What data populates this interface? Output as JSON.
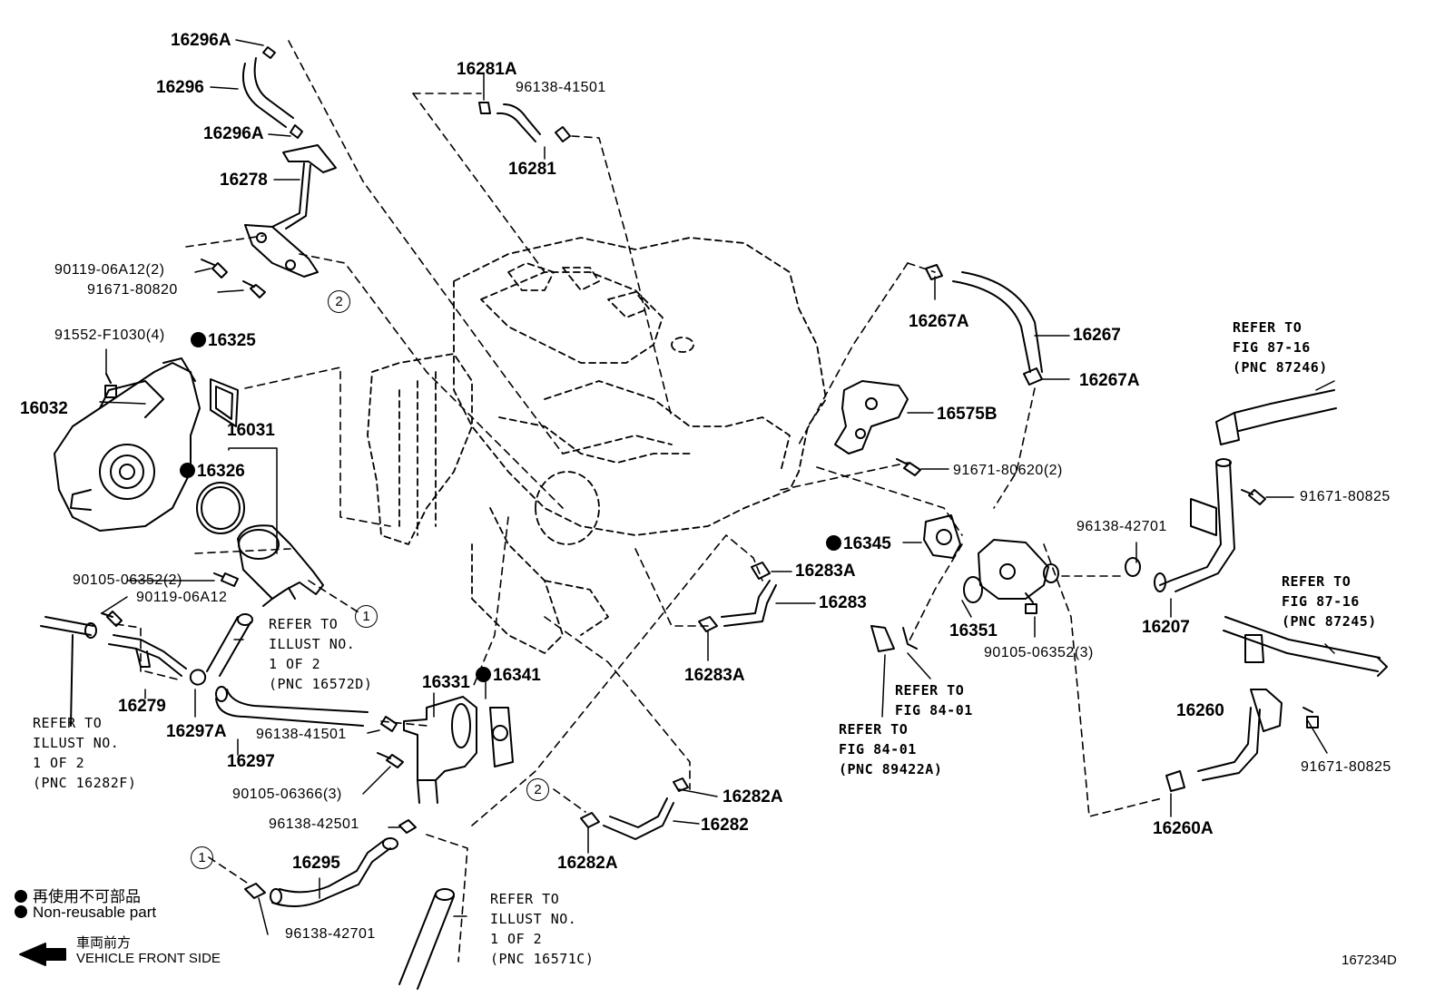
{
  "parts": {
    "p16296A_top": "16296A",
    "p16296": "16296",
    "p16296A_bot": "16296A",
    "p16278": "16278",
    "p90119_2": "90119-06A12(2)",
    "p91671_80820": "91671-80820",
    "p91552": "91552-F1030(4)",
    "p16325": "16325",
    "p16032": "16032",
    "p16031": "16031",
    "p16326": "16326",
    "p90105_2": "90105-06352(2)",
    "p90119": "90119-06A12",
    "p16279": "16279",
    "p16297A": "16297A",
    "p16297": "16297",
    "p96138_41501_b": "96138-41501",
    "p90105_3b": "90105-06366(3)",
    "p96138_42501": "96138-42501",
    "p16295": "16295",
    "p96138_42701_b": "96138-42701",
    "p16331": "16331",
    "p16341": "16341",
    "p16281A": "16281A",
    "p96138_41501_t": "96138-41501",
    "p16281": "16281",
    "p16283A_t": "16283A",
    "p16283": "16283",
    "p16283A_b": "16283A",
    "p16282A_r": "16282A",
    "p16282": "16282",
    "p16282A_b": "16282A",
    "p16267A_l": "16267A",
    "p16267": "16267",
    "p16267A_r": "16267A",
    "p16575B": "16575B",
    "p91671_80620": "91671-80620(2)",
    "p16345": "16345",
    "p16351": "16351",
    "p90105_3": "90105-06352(3)",
    "p96138_42701_r": "96138-42701",
    "p16207": "16207",
    "p91671_80825_a": "91671-80825",
    "p16260": "16260",
    "p91671_80825_b": "91671-80825",
    "p16260A": "16260A"
  },
  "notes": {
    "refer_16572D": "REFER TO\nILLUST NO.\n1 OF 2\n(PNC 16572D)",
    "refer_16282F": "REFER TO\nILLUST NO.\n1 OF 2\n(PNC 16282F)",
    "refer_16571C": "REFER TO\nILLUST NO.\n1 OF 2\n(PNC 16571C)",
    "refer_fig84_a": "REFER TO\nFIG 84-01",
    "refer_fig84_b": "REFER TO\nFIG 84-01\n(PNC 89422A)",
    "refer_fig87_a": "REFER TO\nFIG 87-16\n(PNC 87246)",
    "refer_fig87_b": "REFER TO\nFIG 87-16\n(PNC 87245)"
  },
  "callouts": {
    "c1": "1",
    "c2": "2"
  },
  "legend": {
    "jp": "再使用不可部品",
    "en": "Non-reusable part",
    "front_jp": "車両前方",
    "front_en": "VEHICLE FRONT SIDE"
  },
  "figure_id": "167234D"
}
